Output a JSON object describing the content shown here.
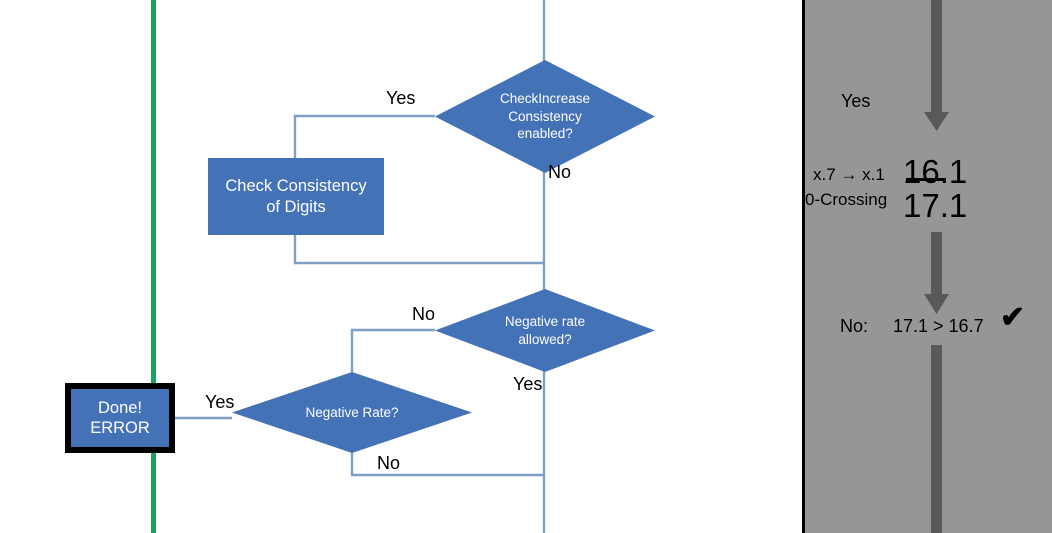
{
  "flow": {
    "nodes": [
      {
        "id": "check-increase-consistency",
        "type": "decision",
        "text": "CheckIncrease Consistency enabled?",
        "line1": "CheckIncrease",
        "line2": "Consistency",
        "line3": "enabled?"
      },
      {
        "id": "check-consistency-of-digits",
        "type": "process",
        "line1": "Check Consistency",
        "line2": "of Digits"
      },
      {
        "id": "negative-rate-allowed",
        "type": "decision",
        "line1": "Negative rate",
        "line2": "allowed?"
      },
      {
        "id": "negative-rate",
        "type": "decision",
        "line1": "Negative Rate?"
      },
      {
        "id": "done-error",
        "type": "process",
        "line1": "Done!",
        "line2": "ERROR"
      }
    ],
    "edge_labels": {
      "check_increase_yes": "Yes",
      "check_increase_no": "No",
      "negative_rate_allowed_no": "No",
      "negative_rate_allowed_yes": "Yes",
      "negative_rate_yes": "Yes",
      "negative_rate_no": "No"
    },
    "colors": {
      "node_fill": "#4472b6",
      "connector": "#7f9fc4",
      "marker_line": "#1aa35c",
      "border": "#000000"
    }
  },
  "panel": {
    "background": "#969696",
    "arrow_color": "#595959",
    "yes_label": "Yes",
    "annotation_line1": "x.7 → x.1",
    "annotation_line2": "0-Crossing",
    "value_struck": "16.1",
    "value_current": "17.1",
    "no_label": "No:",
    "comparison": "17.1 > 16.7",
    "check_mark": "✔"
  }
}
